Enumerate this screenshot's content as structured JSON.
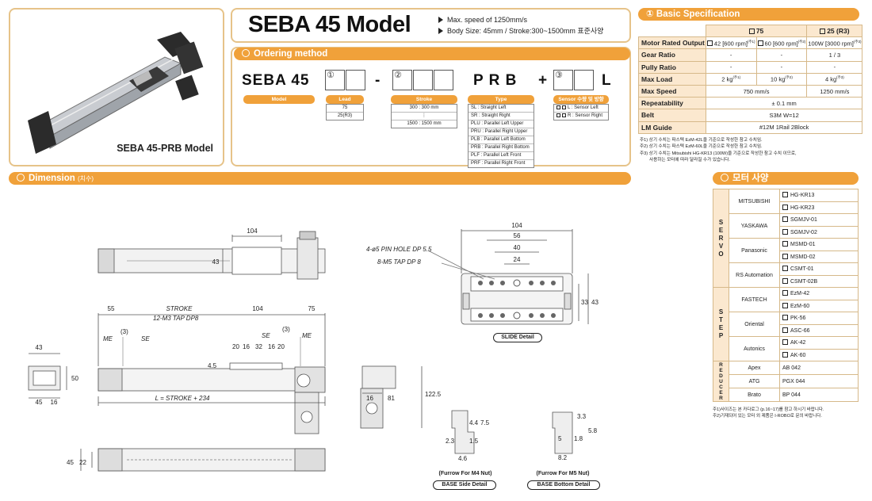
{
  "header": {
    "model_title": "SEBA 45 Model",
    "notes": [
      "Max. speed of 1250mm/s",
      "Body Size: 45mm / Stroke:300~1500mm  표준사양"
    ]
  },
  "photo": {
    "caption": "SEBA 45-PRB Model"
  },
  "ordering": {
    "section_title": "Ordering method",
    "code_prefix": "SEBA 45",
    "cell_nums": [
      "①",
      "②",
      "③"
    ],
    "dash": "-",
    "type_code": "P R B",
    "plus": "+",
    "suffix": "L",
    "labels": {
      "model": "Model",
      "lead": "Lead",
      "stroke": "Stroke",
      "type": "Type",
      "sensor": "Sensor 수량 및 방향"
    },
    "lead_options": [
      "75",
      "25(R3)"
    ],
    "stroke_options": [
      "300 : 300 mm",
      "1500 : 1500 mm"
    ],
    "stroke_ellipsis": "⋮",
    "type_options": [
      "SL : Straight Left",
      "SR : Straight Right",
      "PLU : Parallel Left Upper",
      "PRU : Parallel Right Upper",
      "PLB : Parallel Left Bottom",
      "PRB : Parallel Right Bottom",
      "PLF : Parallel Left Front",
      "PRF : Parallel Right Front"
    ],
    "sensor_options": [
      "L : Sensor Left",
      "R : Sensor Right"
    ]
  },
  "spec": {
    "section_title": "① Basic Specification",
    "columns": [
      "75",
      "25 (R3)"
    ],
    "rows": [
      {
        "label": "Motor Rated Output",
        "cells": [
          "42 [600 rpm]",
          "60 [600 rpm]",
          "100W [3000 rpm]"
        ],
        "sups": [
          "(주1)",
          "(주2)",
          "(주3)"
        ]
      },
      {
        "label": "Gear Ratio",
        "cells": [
          "-",
          "-",
          "1 / 3"
        ]
      },
      {
        "label": "Pully Ratio",
        "cells": [
          "-",
          "-",
          "-"
        ]
      },
      {
        "label": "Max Load",
        "cells": [
          "2 kg",
          "10 kg",
          "4 kg"
        ],
        "sups": [
          "(주1)",
          "(주2)",
          "(주3)"
        ]
      },
      {
        "label": "Max Speed",
        "cells": [
          "750 mm/s",
          "1250 mm/s"
        ]
      },
      {
        "label": "Repeatability",
        "value": "± 0.1 mm"
      },
      {
        "label": "Belt",
        "value": "S3M W=12"
      },
      {
        "label": "LM Guide",
        "value": "#12M 1Rail 2Block"
      }
    ],
    "notes": [
      "주1) 상기 수치는 파스텍 EzM-42L을 기준으로 작성한 참고 수치임.",
      "주2) 상기 수치는 파스텍 EzM-60L을 기준으로 작성한 참고 수치임.",
      "주3) 상기 수치는 Mitsubishi HG-KR13 (100W)을 기준으로 작성한 참고 수치 이므로,",
      "사용하는 모터에 따라 달라질 수가 있습니다."
    ]
  },
  "motor": {
    "section_title": "모터 사양",
    "groups": [
      {
        "name": "SERVO",
        "makers": [
          {
            "name": "MITSUBISHI",
            "models": [
              "HG-KR13",
              "HG-KR23"
            ]
          },
          {
            "name": "YASKAWA",
            "models": [
              "SGMJV-01",
              "SGMJV-02"
            ]
          },
          {
            "name": "Panasonic",
            "models": [
              "MSMD-01",
              "MSMD-02"
            ]
          },
          {
            "name": "RS Automation",
            "models": [
              "CSMT-01",
              "CSMT-02B"
            ]
          }
        ]
      },
      {
        "name": "STEP",
        "makers": [
          {
            "name": "FASTECH",
            "models": [
              "EzM-42",
              "EzM-60"
            ]
          },
          {
            "name": "Oriental",
            "models": [
              "PK-56",
              "ASC-66"
            ]
          },
          {
            "name": "Autonics",
            "models": [
              "AK-42",
              "AK-60"
            ]
          }
        ]
      },
      {
        "name": "REDUCER",
        "makers": [
          {
            "name": "Apex",
            "models": [
              "AB 042"
            ]
          },
          {
            "name": "ATG",
            "models": [
              "PGX 044"
            ]
          },
          {
            "name": "Brato",
            "models": [
              "BP 044"
            ]
          }
        ]
      }
    ],
    "notes": [
      "주1)사이즈는 본 카다로그 (p.16~17)를 참고 하시기 바랍니다.",
      "주2)기재되어 있는 모터 외 제품은 I-ROBO로 문의 바랍니다."
    ]
  },
  "dimension": {
    "section_title": "Dimension",
    "section_sub": "(치수)",
    "labels": {
      "top_104": "104",
      "top_43": "43",
      "d55": "55",
      "stroke": "STROKE",
      "d104": "104",
      "d75": "75",
      "me_left": "ME",
      "se_left": "SE",
      "three_left": "(3)",
      "three_right": "(3)",
      "se_right": "SE",
      "me_right": "ME",
      "tap": "12-M3 TAP DP8",
      "d20a": "20",
      "d16a": "16",
      "d32": "32",
      "d16b": "16",
      "d20b": "20",
      "d45": "4.5",
      "l_formula": "L = STROKE + 234",
      "end_43": "43",
      "end_50": "50",
      "end_45": "45",
      "end_16": "16",
      "bottom_45": "45",
      "bottom_22": "22",
      "slide_104": "104",
      "slide_56": "56",
      "slide_40": "40",
      "slide_24": "24",
      "pin_hole": "4-ø5 PIN HOLE DP 5.5",
      "tap_m5": "8-M5 TAP DP 8",
      "slide_33": "33",
      "slide_43": "43",
      "slide_detail": "SLIDE Detail",
      "motor_16": "16",
      "motor_81": "81",
      "motor_1225": "122.5",
      "m4_44": "4.4",
      "m4_75": "7.5",
      "m4_23": "2.3",
      "m4_15": "1.5",
      "m4_46": "4.6",
      "m5_33": "3.3",
      "m5_58": "5.8",
      "m5_5": "5",
      "m5_18": "1.8",
      "m5_82": "8.2",
      "m4_title": "(Furrow For M4 Nut)",
      "m5_title": "(Furrow For M5 Nut)",
      "base_side": "BASE Side Detail",
      "base_bottom": "BASE Bottom Detail"
    }
  }
}
